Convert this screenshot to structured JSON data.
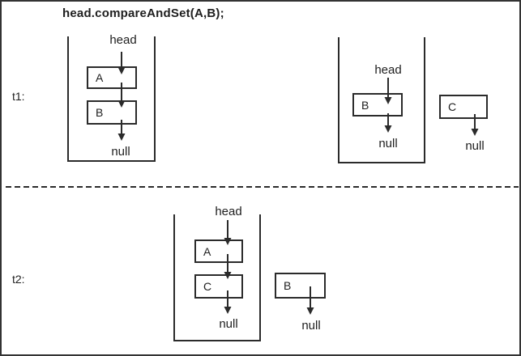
{
  "title": "head.compareAndSet(A,B);",
  "rows": [
    {
      "label": "t1:",
      "stacks": [
        {
          "head_label": "head",
          "nodes": [
            "A",
            "B"
          ],
          "null_label": "null"
        },
        {
          "head_label": "head",
          "nodes": [
            "B"
          ],
          "null_label": "null"
        }
      ],
      "detached": [
        {
          "node": "C",
          "null_label": "null"
        }
      ]
    },
    {
      "label": "t2:",
      "stacks": [
        {
          "head_label": "head",
          "nodes": [
            "A",
            "C"
          ],
          "null_label": "null"
        }
      ],
      "detached": [
        {
          "node": "B",
          "null_label": "null"
        }
      ]
    }
  ],
  "colors": {
    "line": "#2b2b2b",
    "background": "#ffffff"
  }
}
